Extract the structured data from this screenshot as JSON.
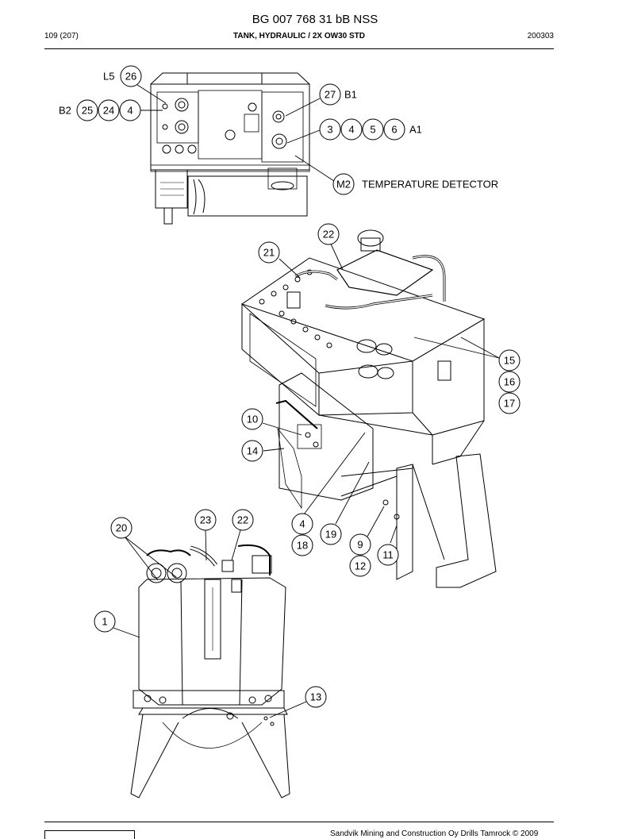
{
  "header": {
    "doc_id": "BG 007 768 31 bB NSS",
    "page": "109 (207)",
    "part_title": "TANK, HYDRAULIC / 2X OW30 STD",
    "date_code": "200303"
  },
  "callouts": {
    "c26": "26",
    "c25": "25",
    "c24": "24",
    "c4a": "4",
    "c27": "27",
    "c3": "3",
    "c4b": "4",
    "c5": "5",
    "c6": "6",
    "cM2": "M2",
    "c22a": "22",
    "c21": "21",
    "c15": "15",
    "c16": "16",
    "c17": "17",
    "c10": "10",
    "c14": "14",
    "c4c": "4",
    "c18": "18",
    "c19": "19",
    "c9": "9",
    "c12": "12",
    "c11": "11",
    "c20": "20",
    "c23": "23",
    "c22b": "22",
    "c1": "1",
    "c13": "13"
  },
  "labels": {
    "L5": "L5",
    "B2": "B2",
    "B1": "B1",
    "A1": "A1",
    "temperature_detector": "TEMPERATURE DETECTOR"
  },
  "footer": {
    "copyright": "Sandvik Mining and Construction Oy Drills Tamrock © 2009"
  }
}
